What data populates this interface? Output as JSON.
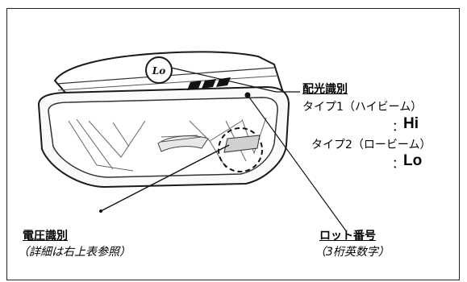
{
  "headlamp": {
    "lo_mark": "Lo"
  },
  "beam_id": {
    "heading": "配光識別",
    "type1_label": "タイプ1（ハイビーム）",
    "type1_code": "Hi",
    "type2_label": "タイプ2（ロービーム）",
    "type2_code": "Lo",
    "colon": "："
  },
  "voltage_id": {
    "heading": "電圧識別",
    "note": "（詳細は右上表参照）"
  },
  "lot_number": {
    "heading": "ロット番号",
    "note": "（3桁英数字）"
  }
}
